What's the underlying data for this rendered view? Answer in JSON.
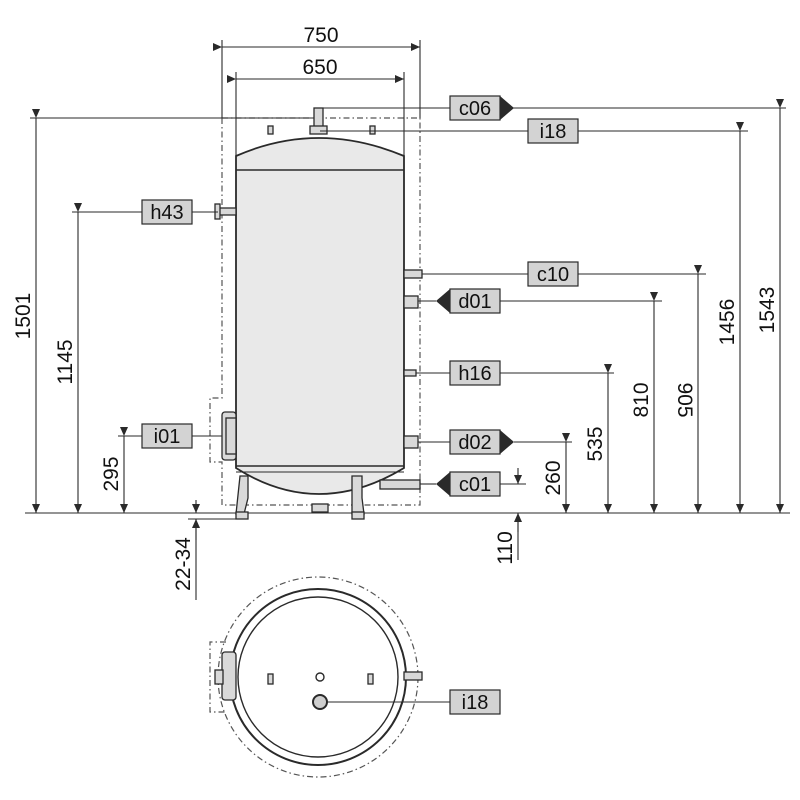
{
  "dimensions": {
    "width_outer": "750",
    "width_inner": "650",
    "height_1501": "1501",
    "height_1145": "1145",
    "height_295": "295",
    "foot_22_34": "22-34",
    "height_110": "110",
    "height_260": "260",
    "height_535": "535",
    "height_810": "810",
    "height_905": "905",
    "height_1456": "1456",
    "height_1543": "1543"
  },
  "connections": {
    "c06": "c06",
    "i18_top": "i18",
    "h43": "h43",
    "c10": "c10",
    "d01": "d01",
    "h16": "h16",
    "i01": "i01",
    "d02": "d02",
    "c01": "c01",
    "i18_plan": "i18"
  },
  "colors": {
    "line": "#2a2a2a",
    "tank_fill": "#e9e9e9",
    "label_fill": "#d3d3d3"
  }
}
